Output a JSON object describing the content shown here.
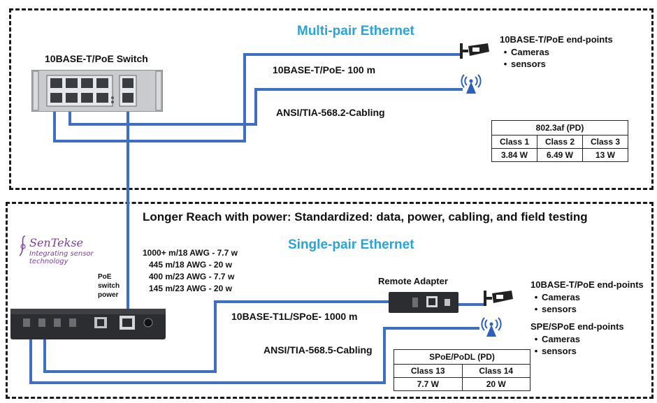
{
  "top": {
    "title": "Multi-pair Ethernet",
    "switch_label": "10BASE-T/PoE Switch",
    "link_label": "10BASE-T/PoE- 100 m",
    "cabling_label": "ANSI/TIA-568.2-Cabling",
    "endpoints_title": "10BASE-T/PoE end-points",
    "endpoints": [
      "Cameras",
      "sensors"
    ],
    "table": {
      "header": "802.3af (PD)",
      "classes": [
        "Class 1",
        "Class 2",
        "Class 3"
      ],
      "powers": [
        "3.84 W",
        "6.49 W",
        "13 W"
      ]
    }
  },
  "bottom": {
    "headline": "Longer Reach with power: Standardized: data, power, cabling, and field testing",
    "title": "Single-pair Ethernet",
    "logo_name": "SenTekse",
    "logo_tagline": "Integrating sensor technology",
    "power_label": [
      "PoE",
      "switch",
      "power"
    ],
    "reach_specs": [
      "1000+ m/18 AWG - 7.7 w",
      "445 m/18 AWG - 20 w",
      "400  m/23 AWG - 7.7 w",
      "145 m/23 AWG - 20 w"
    ],
    "remote_adapter": "Remote Adapter",
    "link_label": "10BASE-T1L/SPoE- 1000 m",
    "cabling_label": "ANSI/TIA-568.5-Cabling",
    "endpoints1_title": "10BASE-T/PoE end-points",
    "endpoints1": [
      "Cameras",
      "sensors"
    ],
    "endpoints2_title": "SPE/SPoE end-points",
    "endpoints2": [
      "Cameras",
      "sensors"
    ],
    "table": {
      "header": "SPoE/PoDL (PD)",
      "classes": [
        "Class 13",
        "Class 14"
      ],
      "powers": [
        "7.7 W",
        "20 W"
      ]
    }
  },
  "colors": {
    "cable": "#3d6fc4",
    "title": "#29a3d8",
    "logo": "#7a3ea0"
  },
  "icons": [
    "security-camera-icon",
    "wireless-sensor-icon",
    "ethernet-switch-icon",
    "spe-switch-icon",
    "remote-adapter-icon"
  ]
}
